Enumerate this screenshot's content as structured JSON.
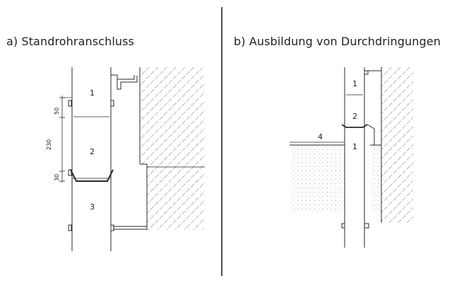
{
  "captions": {
    "a": "a) Standrohranschluss",
    "b": "b) Ausbildung von Durchdringungen"
  },
  "panel_a": {
    "part_labels": [
      "1",
      "2",
      "3"
    ],
    "dimensions": {
      "total": "230",
      "top": "50",
      "bottom": "30"
    }
  },
  "panel_b": {
    "part_labels": [
      "1",
      "2",
      "1",
      "4"
    ]
  },
  "colors": {
    "line": "#2a2a2a",
    "hatch": "#555555"
  }
}
